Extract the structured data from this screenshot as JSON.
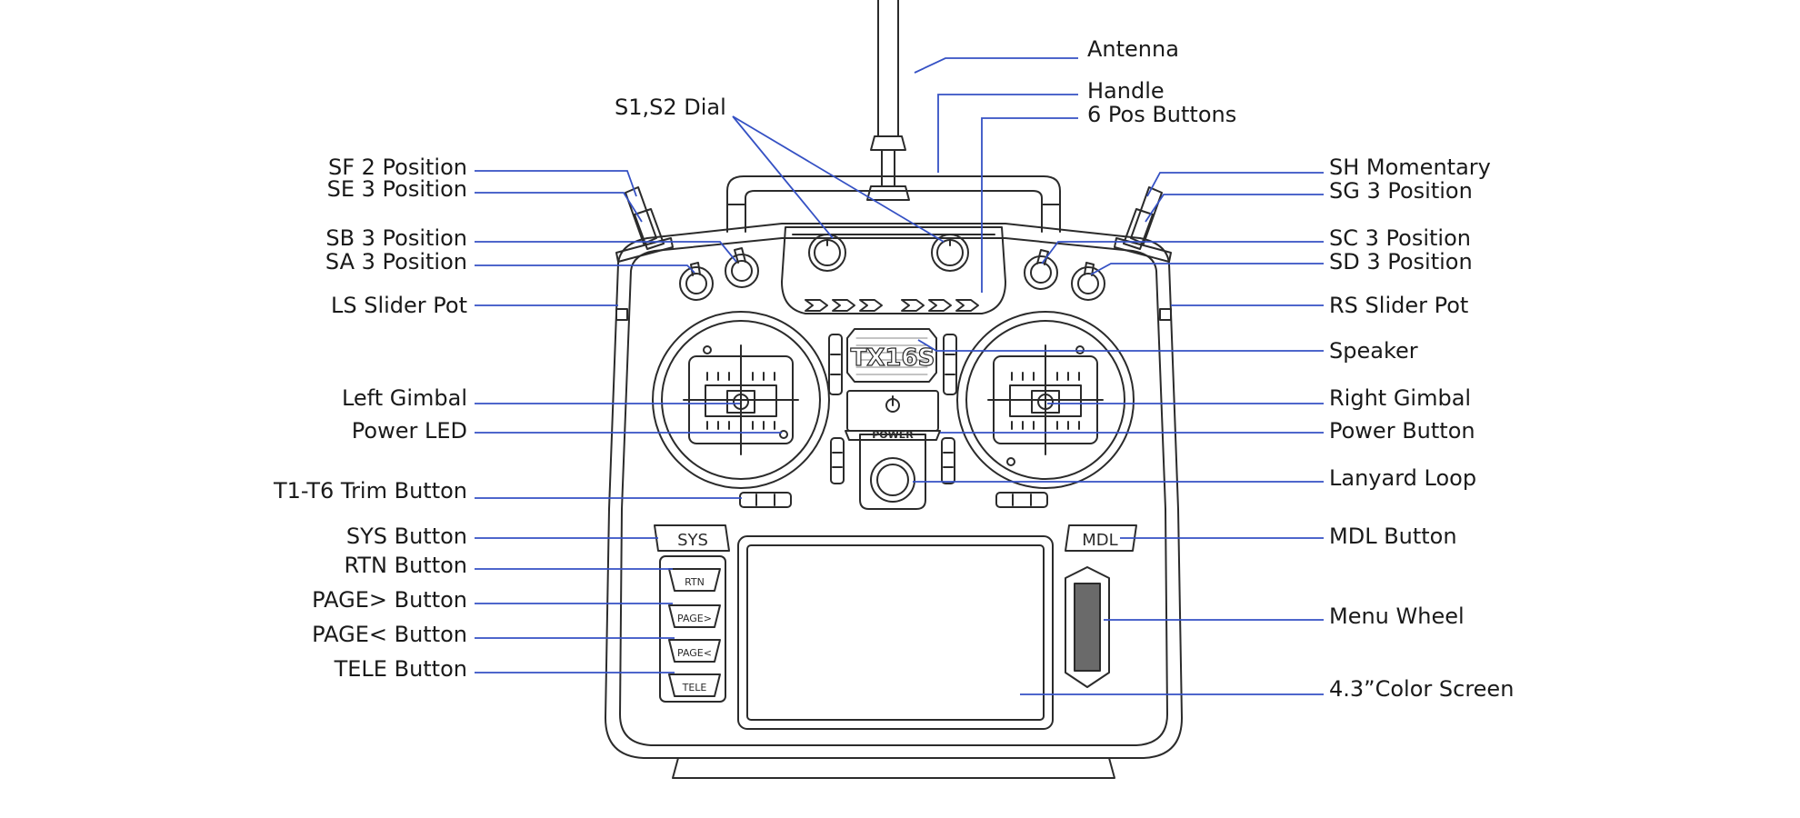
{
  "colors": {
    "leader_line": "#3551c4",
    "drawing_stroke": "#2b2b2b",
    "label_text": "#1a1a1a",
    "background": "#ffffff"
  },
  "device": {
    "logo_text": "TX16S",
    "sys_label": "SYS",
    "mdl_label": "MDL",
    "power_label": "POWER",
    "rtn_label": "RTN",
    "page_next_label": "PAGE>",
    "page_prev_label": "PAGE<",
    "tele_label": "TELE"
  },
  "callouts": {
    "antenna": "Antenna",
    "handle": "Handle",
    "six_pos_buttons": "6 Pos Buttons",
    "s1_s2_dial": "S1,S2 Dial",
    "sf_2_position": "SF 2 Position",
    "se_3_position": "SE 3 Position",
    "sb_3_position": "SB 3 Position",
    "sa_3_position": "SA 3 Position",
    "ls_slider_pot": "LS Slider Pot",
    "left_gimbal": "Left Gimbal",
    "power_led": "Power LED",
    "trim_button": "T1-T6 Trim Button",
    "sys_button": "SYS Button",
    "rtn_button": "RTN Button",
    "page_next_button": "PAGE> Button",
    "page_prev_button": "PAGE< Button",
    "tele_button": "TELE Button",
    "sh_momentary": "SH Momentary",
    "sg_3_position": "SG 3 Position",
    "sc_3_position": "SC 3 Position",
    "sd_3_position": "SD 3 Position",
    "rs_slider_pot": "RS Slider Pot",
    "speaker": "Speaker",
    "right_gimbal": "Right Gimbal",
    "power_button": "Power Button",
    "lanyard_loop": "Lanyard Loop",
    "mdl_button": "MDL Button",
    "menu_wheel": "Menu Wheel",
    "color_screen": "4.3”Color Screen"
  }
}
